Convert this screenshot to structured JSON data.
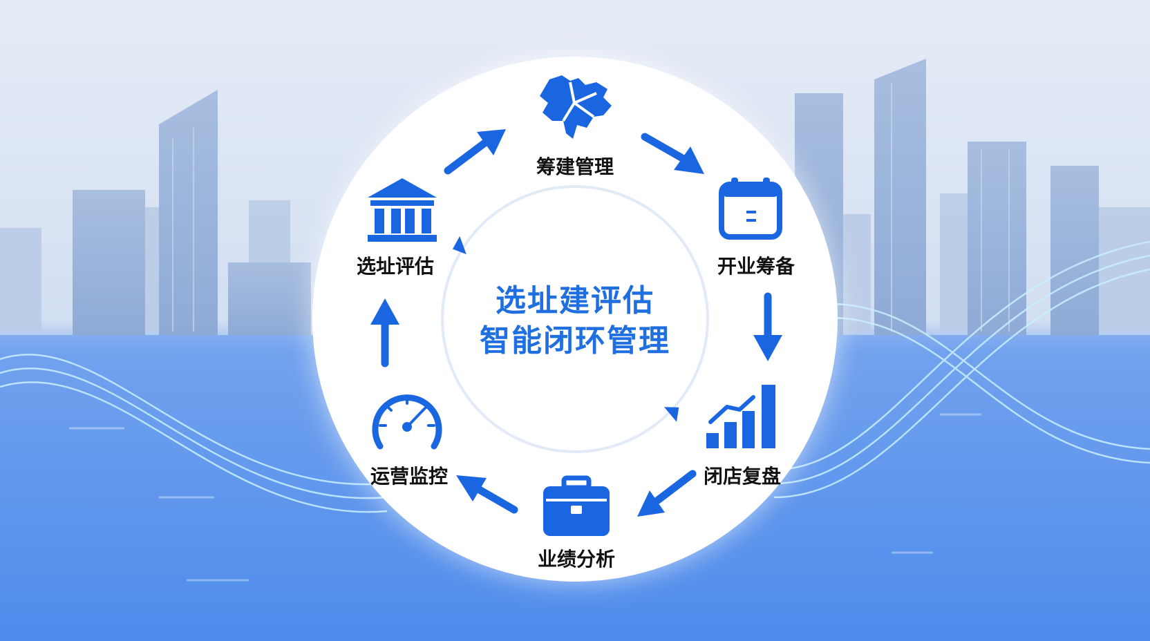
{
  "center": {
    "line1": "选址建评估",
    "line2": "智能闭环管理"
  },
  "nodes": [
    {
      "id": "chou-jian",
      "label": "筹建管理",
      "icon": "map-icon"
    },
    {
      "id": "kai-ye",
      "label": "开业筹备",
      "icon": "calendar-icon"
    },
    {
      "id": "bi-dian",
      "label": "闭店复盘",
      "icon": "bar-chart-trend-icon"
    },
    {
      "id": "ye-ji",
      "label": "业绩分析",
      "icon": "briefcase-icon"
    },
    {
      "id": "yun-ying",
      "label": "运营监控",
      "icon": "speedometer-icon"
    },
    {
      "id": "xuan-zhi",
      "label": "选址评估",
      "icon": "bank-building-icon"
    }
  ],
  "colors": {
    "accent": "#1f6fe0",
    "icon": "#1a66e0",
    "label": "#111111",
    "sky_top": "#dfe7f4",
    "water": "#4a8aea"
  }
}
